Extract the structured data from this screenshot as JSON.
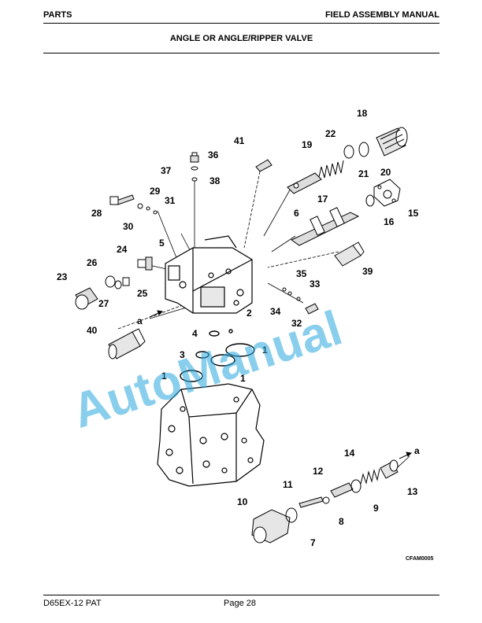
{
  "header": {
    "left": "PARTS",
    "right": "FIELD ASSEMBLY MANUAL"
  },
  "title": "ANGLE OR ANGLE/RIPPER VALVE",
  "watermark": "AutoManual",
  "figure_code": "CFAM0005",
  "footer": {
    "left": "D65EX-12 PAT",
    "page": "Page 28"
  },
  "callouts": {
    "c1a": "1",
    "c1b": "1",
    "c1c": "1",
    "c2": "2",
    "c3": "3",
    "c4": "4",
    "c5": "5",
    "c6": "6",
    "c7": "7",
    "c8": "8",
    "c9": "9",
    "c10": "10",
    "c11": "11",
    "c12": "12",
    "c13": "13",
    "c14": "14",
    "c15": "15",
    "c16": "16",
    "c17": "17",
    "c18": "18",
    "c19": "19",
    "c20": "20",
    "c21": "21",
    "c22": "22",
    "c23": "23",
    "c24": "24",
    "c25": "25",
    "c26": "26",
    "c27": "27",
    "c28": "28",
    "c29": "29",
    "c30": "30",
    "c31": "31",
    "c32": "32",
    "c33": "33",
    "c34": "34",
    "c35": "35",
    "c36": "36",
    "c37": "37",
    "c38": "38",
    "c39": "39",
    "c40": "40",
    "c41": "41",
    "ref_a1": "a",
    "ref_a2": "a"
  }
}
